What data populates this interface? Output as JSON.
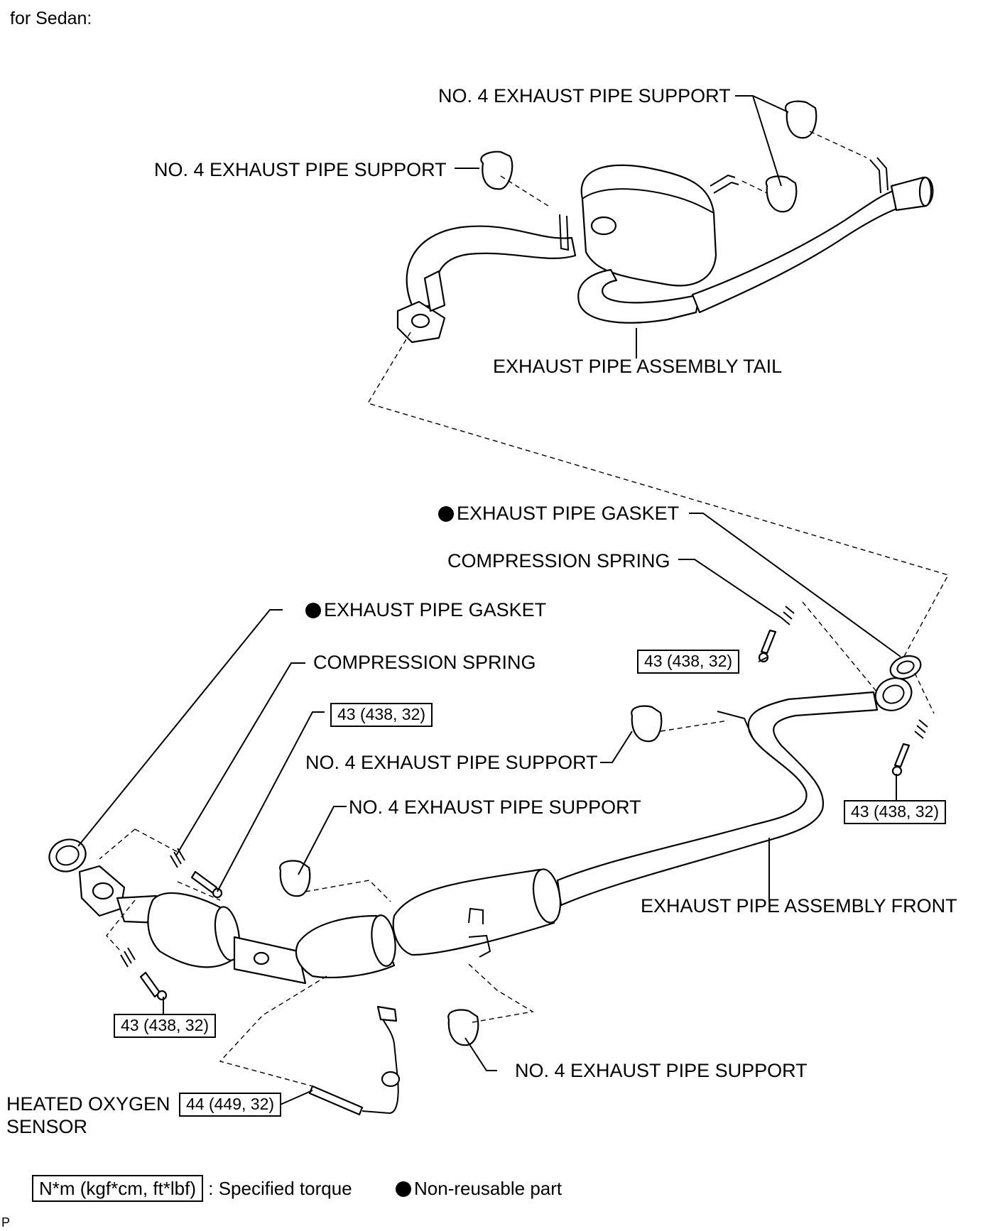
{
  "header": {
    "subtitle": "for Sedan:"
  },
  "labels": {
    "no4_support": "NO. 4 EXHAUST PIPE SUPPORT",
    "tail_assembly": "EXHAUST PIPE ASSEMBLY TAIL",
    "gasket": "EXHAUST PIPE GASKET",
    "compression_spring": "COMPRESSION SPRING",
    "front_assembly": "EXHAUST PIPE ASSEMBLY FRONT",
    "oxygen_sensor_line1": "HEATED OXYGEN",
    "oxygen_sensor_line2": "SENSOR"
  },
  "torques": {
    "bolt": "43 (438, 32)",
    "oxygen_sensor": "44 (449, 32)"
  },
  "legend": {
    "torque_unit": "N*m (kgf*cm, ft*lbf)",
    "torque_desc": ": Specified torque",
    "non_reusable_desc": "Non-reusable part"
  },
  "footer": {
    "corner_code": "P"
  }
}
